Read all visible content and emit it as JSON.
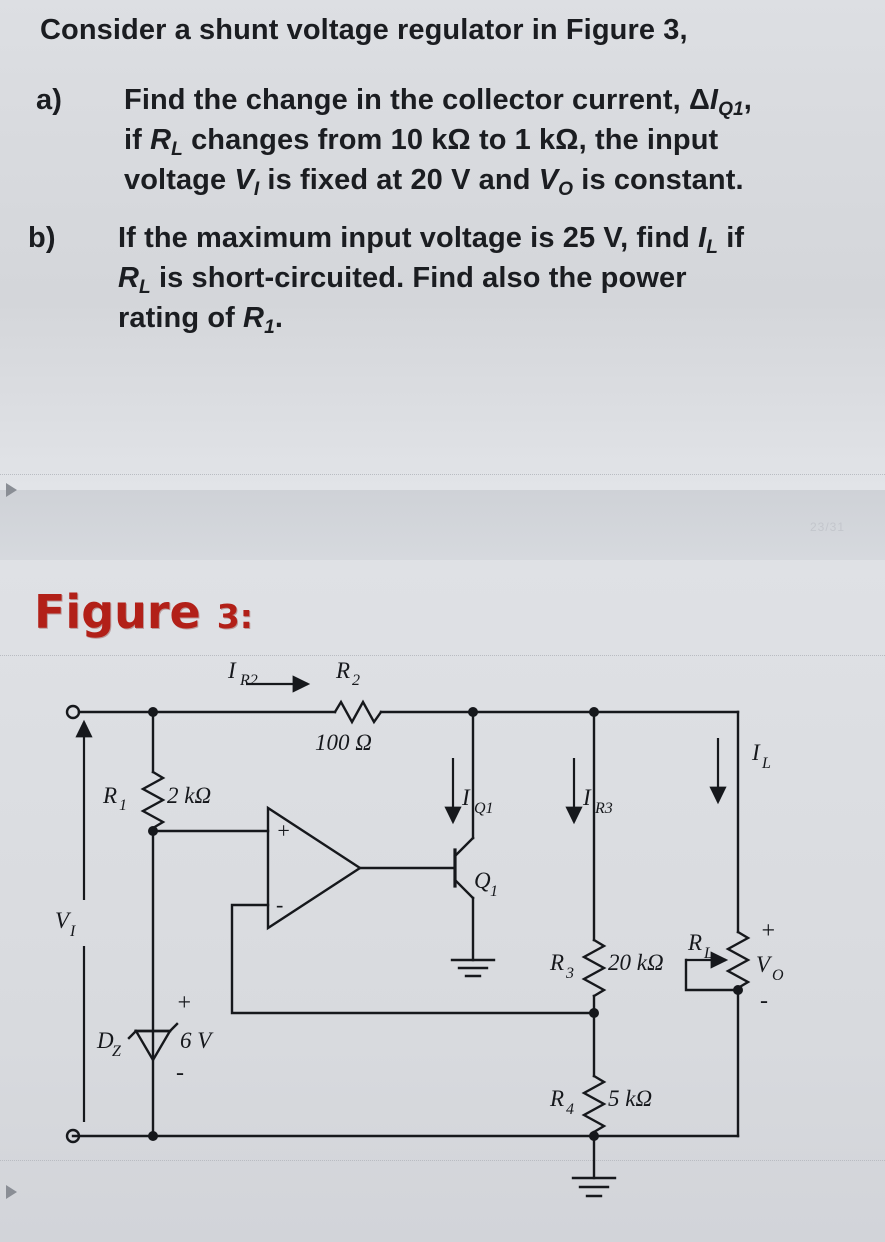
{
  "page": {
    "background_color": "#d8dade",
    "page_number_watermark": "23/31"
  },
  "question": {
    "intro": "Consider a shunt voltage regulator in Figure 3,",
    "parts": [
      {
        "marker": "a)",
        "lines": [
          "Find the change in the collector current, ΔI",
          "if R",
          "voltage V"
        ],
        "line1_pre": "Find the change in the collector current, Δ",
        "line1_var": "I",
        "line1_sub": "Q1",
        "line1_post": ",",
        "line2_pre": "if ",
        "line2_var": "R",
        "line2_sub": "L",
        "line2_post": " changes from 10 kΩ to 1 kΩ, the input",
        "line3_pre": "voltage ",
        "line3_var": "V",
        "line3_sub": "I",
        "line3_mid": " is fixed at 20 V and ",
        "line3_var2": "V",
        "line3_sub2": "O",
        "line3_post": " is constant."
      },
      {
        "marker": "b)",
        "line1_pre": "If the maximum input voltage is 25 V, find ",
        "line1_var": "I",
        "line1_sub": "L",
        "line1_post": " if",
        "line2_var": "R",
        "line2_sub": "L",
        "line2_post": " is short-circuited.  Find also the power",
        "line3_pre": "rating of ",
        "line3_var": "R",
        "line3_sub": "1",
        "line3_post": "."
      }
    ]
  },
  "figure": {
    "title_word": "Figure",
    "title_number": "3:",
    "title_color": "#b22018"
  },
  "chart_data": {
    "type": "diagram",
    "title": "Shunt voltage regulator schematic",
    "components": [
      {
        "id": "R1",
        "label": "R",
        "sub": "1",
        "value": "2 kΩ",
        "type": "resistor"
      },
      {
        "id": "R2",
        "label": "R",
        "sub": "2",
        "value": "100 Ω",
        "type": "resistor"
      },
      {
        "id": "R3",
        "label": "R",
        "sub": "3",
        "value": "20 kΩ",
        "type": "resistor"
      },
      {
        "id": "R4",
        "label": "R",
        "sub": "4",
        "value": "5 kΩ",
        "type": "resistor"
      },
      {
        "id": "RL",
        "label": "R",
        "sub": "L",
        "value": "",
        "type": "variable-resistor"
      },
      {
        "id": "DZ",
        "label": "D",
        "sub": "Z",
        "value": "6 V",
        "type": "zener-diode"
      },
      {
        "id": "Q1",
        "label": "Q",
        "sub": "1",
        "value": "",
        "type": "npn-transistor"
      },
      {
        "id": "OA1",
        "label": "",
        "sub": "",
        "value": "",
        "type": "op-amp"
      }
    ],
    "currents": [
      {
        "id": "IR2",
        "label": "I",
        "sub": "R2",
        "direction": "right"
      },
      {
        "id": "IQ1",
        "label": "I",
        "sub": "Q1",
        "direction": "down"
      },
      {
        "id": "IR3",
        "label": "I",
        "sub": "R3",
        "direction": "down"
      },
      {
        "id": "IL",
        "label": "I",
        "sub": "L",
        "direction": "down"
      }
    ],
    "voltages": [
      {
        "id": "VI",
        "label": "V",
        "sub": "I",
        "direction": "up"
      },
      {
        "id": "VO",
        "label": "V",
        "sub": "O",
        "plus": "+",
        "minus": "-"
      },
      {
        "id": "VZ",
        "label": "",
        "sub": "",
        "value": "6 V",
        "plus": "+",
        "minus": "-"
      }
    ],
    "opamp_terminals": {
      "plus": "+",
      "minus": "-"
    },
    "ground_symbols": 2
  },
  "labels": {
    "R1_name": "R",
    "R1_sub": "1",
    "R1_val": "2 kΩ",
    "R2_name": "R",
    "R2_sub": "2",
    "R2_val": "100 Ω",
    "R3_name": "R",
    "R3_sub": "3",
    "R3_val": "20 kΩ",
    "R4_name": "R",
    "R4_sub": "4",
    "R4_val": "5 kΩ",
    "RL_name": "R",
    "RL_sub": "L",
    "DZ_name": "D",
    "DZ_sub": "Z",
    "DZ_val": "6 V",
    "Q1_name": "Q",
    "Q1_sub": "1",
    "IR2_name": "I",
    "IR2_sub": "R2",
    "IQ1_name": "I",
    "IQ1_sub": "Q1",
    "IR3_name": "I",
    "IR3_sub": "R3",
    "IL_name": "I",
    "IL_sub": "L",
    "VI_name": "V",
    "VI_sub": "I",
    "VO_name": "V",
    "VO_sub": "O",
    "plus": "+",
    "minus": "-"
  }
}
